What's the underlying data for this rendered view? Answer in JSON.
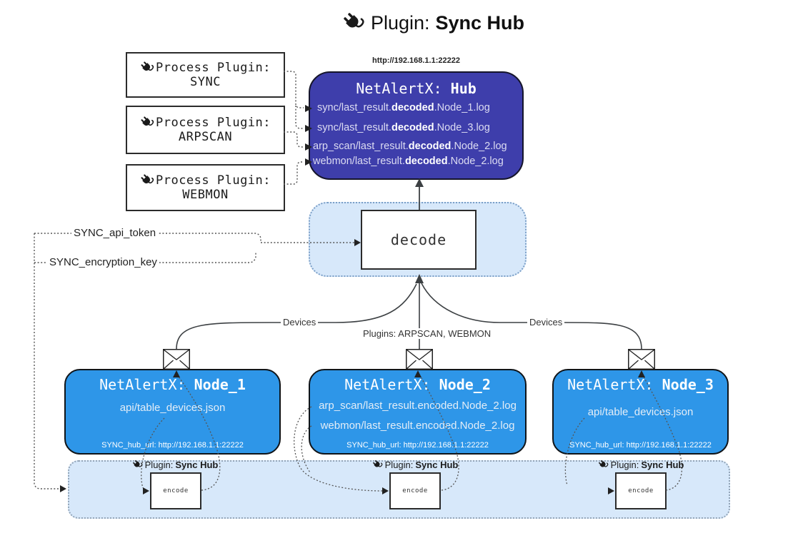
{
  "title": {
    "icon": "power-plug-icon",
    "prefix": "Plugin:",
    "bold": "Sync Hub"
  },
  "hub": {
    "url": "http://192.168.1.1:22222",
    "title_prefix": "NetAlertX:",
    "title_bold": "Hub",
    "lines": [
      {
        "pre": "sync/last_result.",
        "bold": "decoded",
        "post": ".Node_1.log"
      },
      {
        "pre": "sync/last_result.",
        "bold": "decoded",
        "post": ".Node_3.log"
      },
      {
        "pre": "arp_scan/last_result.",
        "bold": "decoded",
        "post": ".Node_2.log"
      },
      {
        "pre": "webmon/last_result.",
        "bold": "decoded",
        "post": ".Node_2.log"
      }
    ]
  },
  "process_plugins": [
    {
      "label": "Process Plugin:",
      "name": "SYNC"
    },
    {
      "label": "Process Plugin:",
      "name": "ARPSCAN"
    },
    {
      "label": "Process Plugin:",
      "name": "WEBMON"
    }
  ],
  "decode": {
    "label": "decode"
  },
  "tokens": {
    "api": "SYNC_api_token",
    "enc": "SYNC_encryption_key"
  },
  "edges": {
    "devices_left": "Devices",
    "plugins_middle": "Plugins: ARPSCAN, WEBMON",
    "devices_right": "Devices"
  },
  "nodes": [
    {
      "prefix": "NetAlertX:",
      "name": "Node_1",
      "lines": [
        "api/table_devices.json"
      ],
      "hub_url": "SYNC_hub_url: http://192.168.1.1:22222"
    },
    {
      "prefix": "NetAlertX:",
      "name": "Node_2",
      "lines": [
        "arp_scan/last_result.encoded.Node_2.log",
        "webmon/last_result.encoded.Node_2.log"
      ],
      "hub_url": "SYNC_hub_url: http://192.168.1.1:22222"
    },
    {
      "prefix": "NetAlertX:",
      "name": "Node_3",
      "lines": [
        "api/table_devices.json"
      ],
      "hub_url": "SYNC_hub_url: http://192.168.1.1:22222"
    }
  ],
  "encoders": [
    {
      "prefix": "Plugin:",
      "bold": "Sync Hub",
      "box": "encode"
    },
    {
      "prefix": "Plugin:",
      "bold": "Sync Hub",
      "box": "encode"
    },
    {
      "prefix": "Plugin:",
      "bold": "Sync Hub",
      "box": "encode"
    }
  ],
  "icons": {
    "plug": "power-plug-icon",
    "envelope": "envelope-icon"
  },
  "colors": {
    "hub_fill": "#3e3eab",
    "node_fill": "#2e96e8",
    "panel_fill": "#d7e8fa",
    "line_dark": "#3c4043",
    "dotted": "#555555"
  }
}
